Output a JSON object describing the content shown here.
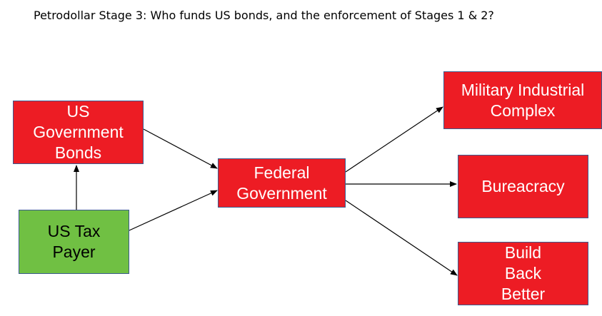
{
  "title": "Petrodollar Stage 3: Who funds US bonds, and the enforcement of Stages 1 & 2?",
  "nodes": {
    "bonds": "US\nGovernment\nBonds",
    "taxpayer": "US Tax\nPayer",
    "federal": "Federal\nGovernment",
    "military": "Military Industrial\nComplex",
    "bureaucracy": "Bureacracy",
    "bbb": "Build\nBack\nBetter"
  },
  "colors": {
    "node_red": "#ed1c24",
    "node_green": "#70c043",
    "node_border": "#3b5b8f",
    "arrow": "#000000"
  },
  "edges": [
    {
      "from": "taxpayer",
      "to": "bonds"
    },
    {
      "from": "bonds",
      "to": "federal"
    },
    {
      "from": "taxpayer",
      "to": "federal"
    },
    {
      "from": "federal",
      "to": "military"
    },
    {
      "from": "federal",
      "to": "bureaucracy"
    },
    {
      "from": "federal",
      "to": "bbb"
    }
  ]
}
